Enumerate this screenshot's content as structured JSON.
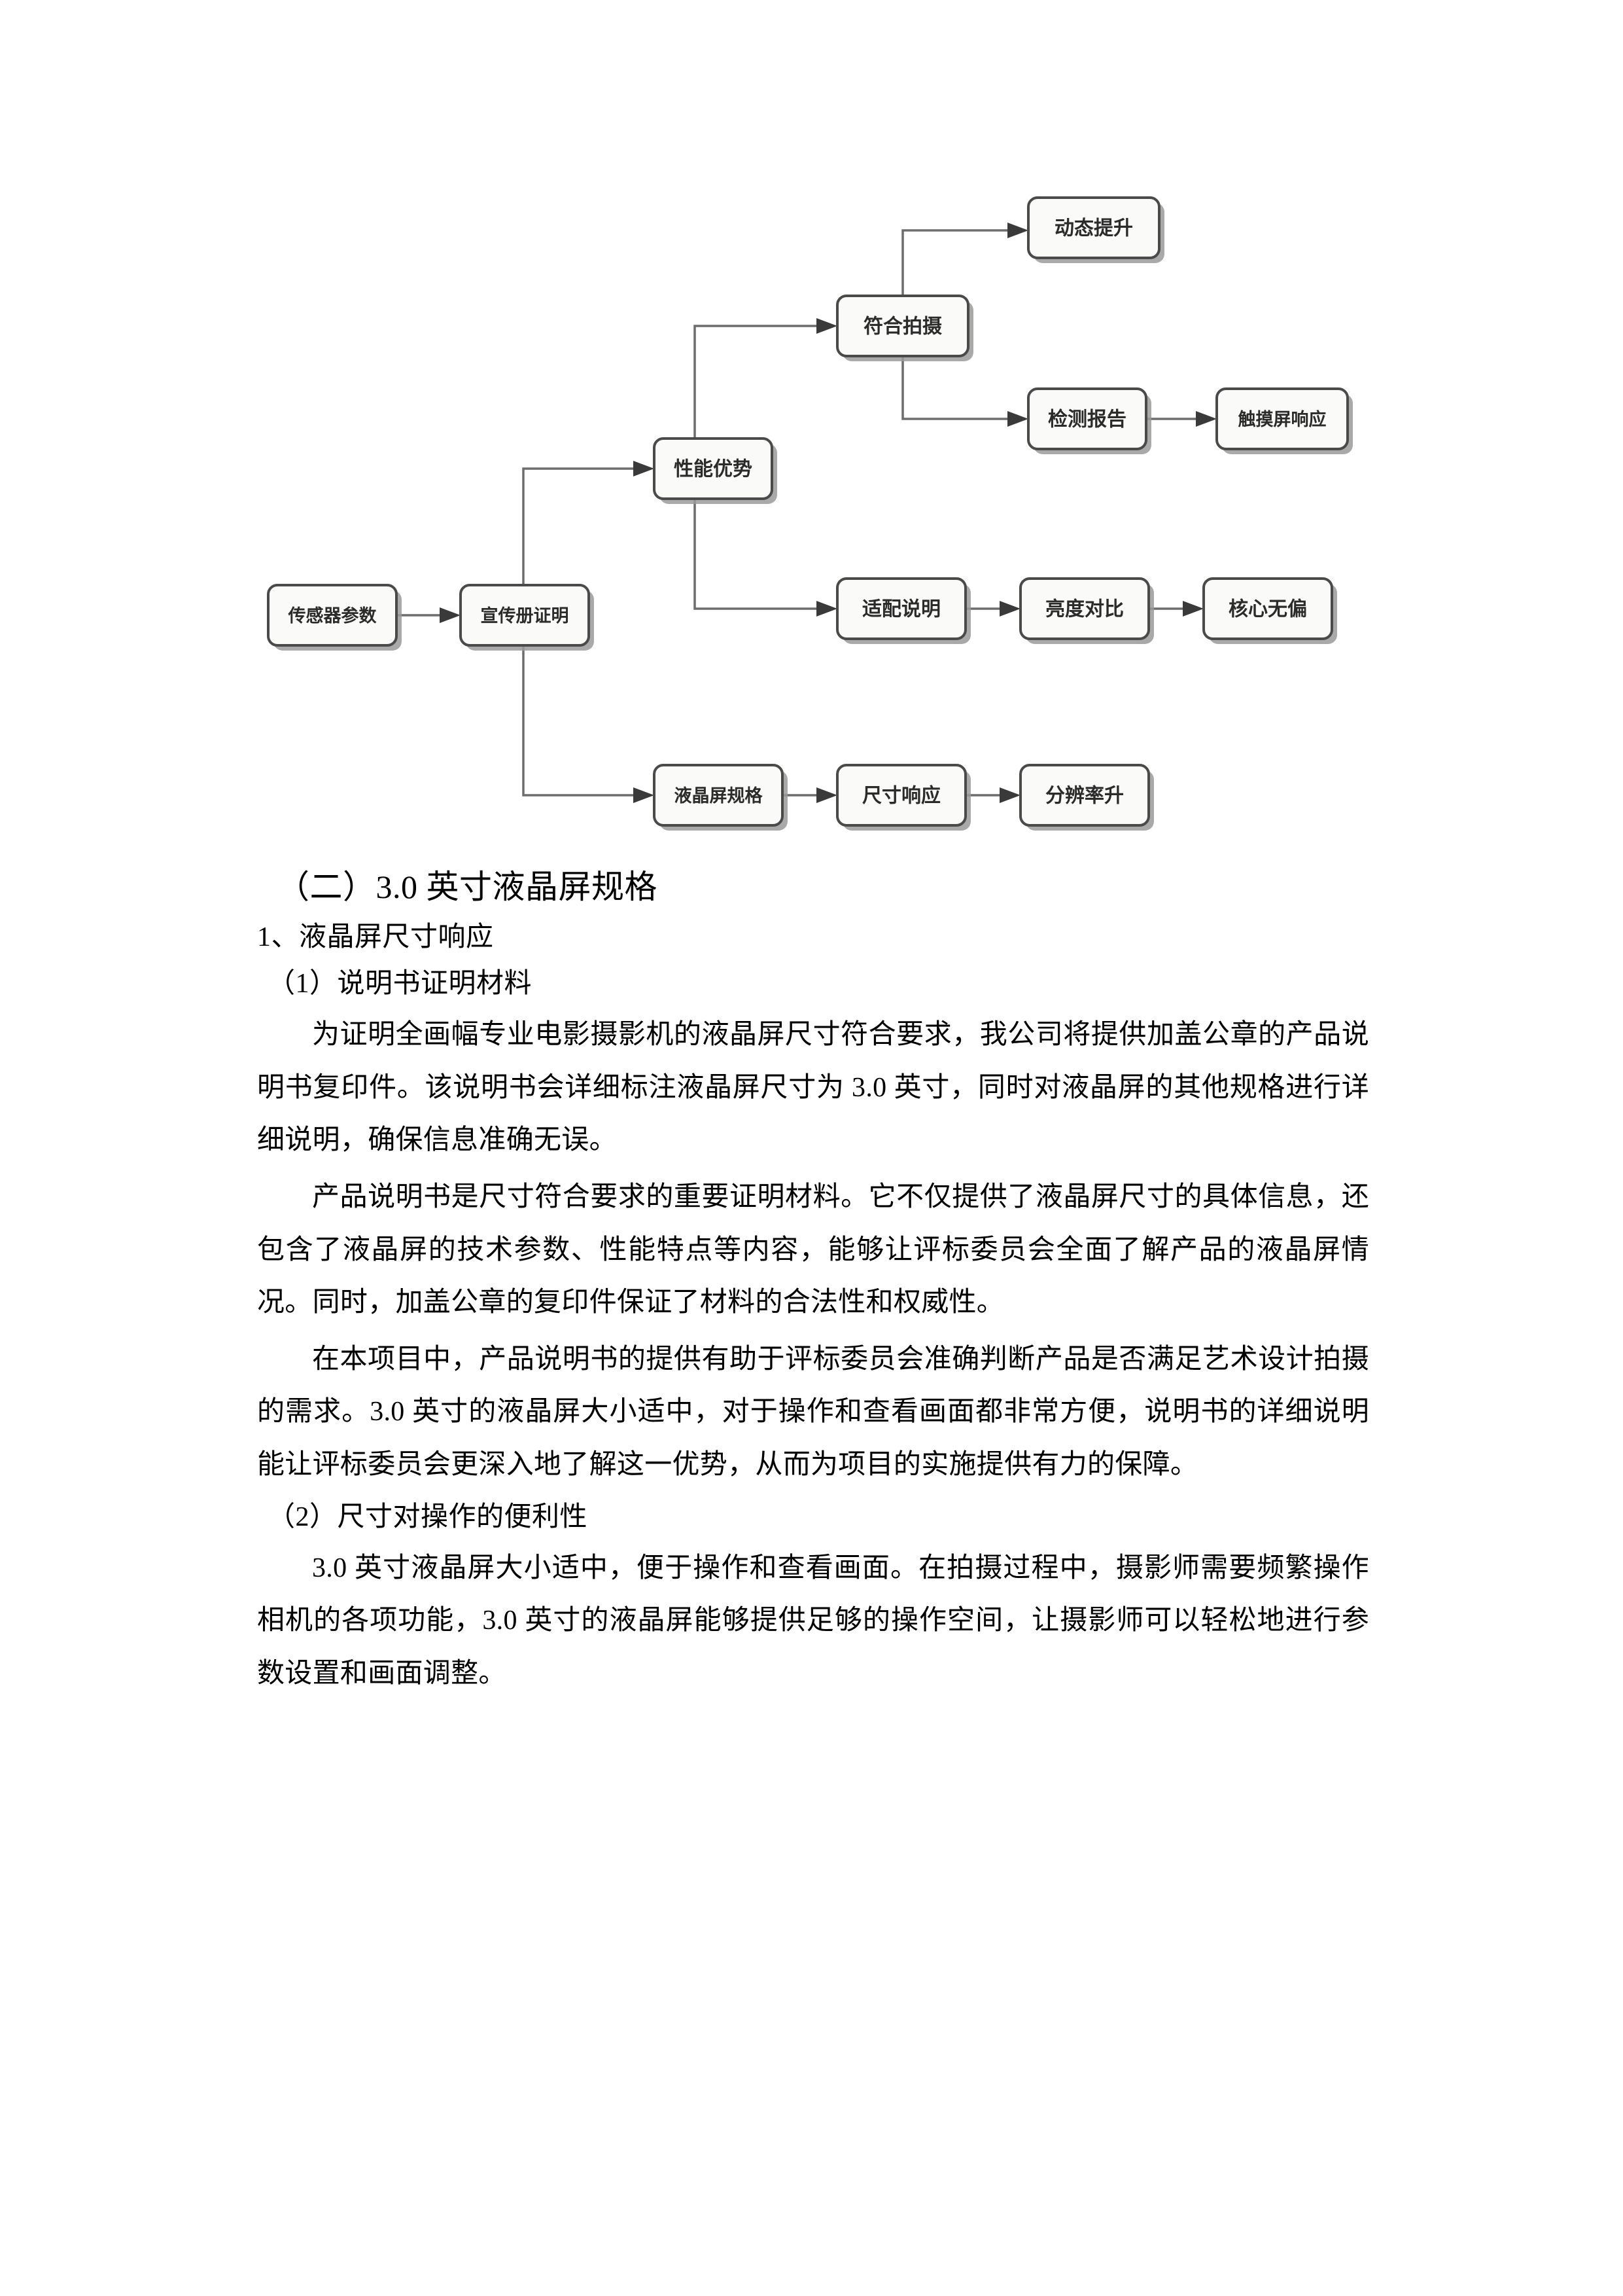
{
  "document": {
    "page_background": "#ffffff",
    "text_color": "#000000"
  },
  "diagram": {
    "title": "",
    "node_fill": "#fafaf8",
    "node_border": "#4a4a4a",
    "edge_color": "#6d6d6d",
    "nodes": [
      {
        "id": "sensor_params",
        "label": "传感器参数"
      },
      {
        "id": "brochure_proof",
        "label": "宣传册证明"
      },
      {
        "id": "performance_adv",
        "label": "性能优势"
      },
      {
        "id": "meets_shooting",
        "label": "符合拍摄"
      },
      {
        "id": "dynamic_boost",
        "label": "动态提升"
      },
      {
        "id": "test_report",
        "label": "检测报告"
      },
      {
        "id": "touchscreen_resp",
        "label": "触摸屏响应"
      },
      {
        "id": "adaptation_desc",
        "label": "适配说明"
      },
      {
        "id": "brightness_cmp",
        "label": "亮度对比"
      },
      {
        "id": "core_no_bias",
        "label": "核心无偏"
      },
      {
        "id": "lcd_spec",
        "label": "液晶屏规格"
      },
      {
        "id": "size_response",
        "label": "尺寸响应"
      },
      {
        "id": "resolution_up",
        "label": "分辨率升"
      }
    ],
    "edges": [
      {
        "from": "sensor_params",
        "to": "brochure_proof"
      },
      {
        "from": "brochure_proof",
        "to": "performance_adv"
      },
      {
        "from": "brochure_proof",
        "to": "lcd_spec"
      },
      {
        "from": "performance_adv",
        "to": "meets_shooting"
      },
      {
        "from": "performance_adv",
        "to": "adaptation_desc"
      },
      {
        "from": "meets_shooting",
        "to": "dynamic_boost"
      },
      {
        "from": "meets_shooting",
        "to": "test_report"
      },
      {
        "from": "test_report",
        "to": "touchscreen_resp"
      },
      {
        "from": "adaptation_desc",
        "to": "brightness_cmp"
      },
      {
        "from": "brightness_cmp",
        "to": "core_no_bias"
      },
      {
        "from": "lcd_spec",
        "to": "size_response"
      },
      {
        "from": "size_response",
        "to": "resolution_up"
      }
    ]
  },
  "content": {
    "section_heading": "（二）3.0 英寸液晶屏规格",
    "sub_heading": "1、液晶屏尺寸响应",
    "item1_heading": "（1）说明书证明材料",
    "item1_para1": "为证明全画幅专业电影摄影机的液晶屏尺寸符合要求，我公司将提供加盖公章的产品说明书复印件。该说明书会详细标注液晶屏尺寸为 3.0 英寸，同时对液晶屏的其他规格进行详细说明，确保信息准确无误。",
    "item1_para2": "产品说明书是尺寸符合要求的重要证明材料。它不仅提供了液晶屏尺寸的具体信息，还包含了液晶屏的技术参数、性能特点等内容，能够让评标委员会全面了解产品的液晶屏情况。同时，加盖公章的复印件保证了材料的合法性和权威性。",
    "item1_para3": "在本项目中，产品说明书的提供有助于评标委员会准确判断产品是否满足艺术设计拍摄的需求。3.0 英寸的液晶屏大小适中，对于操作和查看画面都非常方便，说明书的详细说明能让评标委员会更深入地了解这一优势，从而为项目的实施提供有力的保障。",
    "item2_heading": "（2）尺寸对操作的便利性",
    "item2_para1": "3.0 英寸液晶屏大小适中，便于操作和查看画面。在拍摄过程中，摄影师需要频繁操作相机的各项功能，3.0 英寸的液晶屏能够提供足够的操作空间，让摄影师可以轻松地进行参数设置和画面调整。"
  }
}
